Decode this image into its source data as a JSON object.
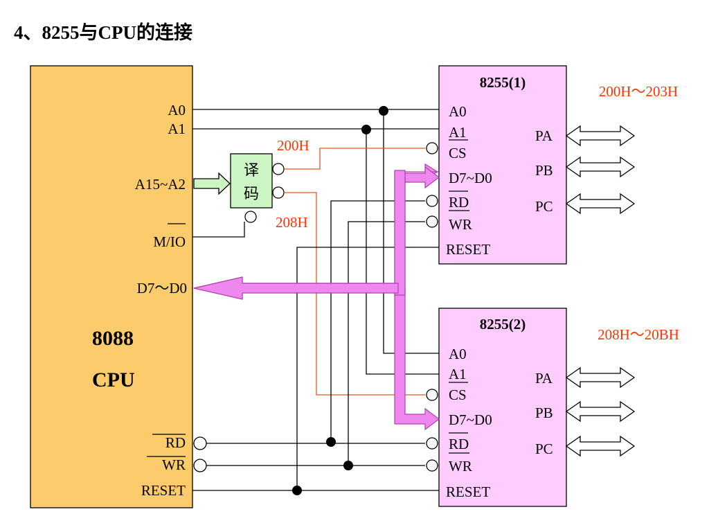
{
  "title": "4、8255与CPU的连接",
  "cpu": {
    "name_line1": "8088",
    "name_line2": "CPU",
    "color": "#fccb6b",
    "pins": {
      "a0": "A0",
      "a1": "A1",
      "a15_a2": "A15~A2",
      "mio": "M/IO",
      "d7_d0": "D7～D0",
      "rd": "RD",
      "wr": "WR",
      "reset": "RESET"
    }
  },
  "decoder": {
    "label_line1": "译",
    "label_line2": "码",
    "color": "#ccf5c4",
    "out1": "200H",
    "out2": "208H"
  },
  "chip1": {
    "title": "8255(1)",
    "address": "200H～203H",
    "color": "#ffccff",
    "pins": {
      "a0": "A0",
      "a1": "A1",
      "cs": "CS",
      "d7_d0": "D7~D0",
      "rd": "RD",
      "wr": "WR",
      "reset": "RESET"
    },
    "ports": {
      "pa": "PA",
      "pb": "PB",
      "pc": "PC"
    }
  },
  "chip2": {
    "title": "8255(2)",
    "address": "208H～20BH",
    "color": "#ffccff",
    "pins": {
      "a0": "A0",
      "a1": "A1",
      "cs": "CS",
      "d7_d0": "D7~D0",
      "rd": "RD",
      "wr": "WR",
      "reset": "RESET"
    },
    "ports": {
      "pa": "PA",
      "pb": "PB",
      "pc": "PC"
    }
  },
  "colors": {
    "bus": "#ee88ee",
    "address_label": "#ff3300",
    "cs_wire": "#e8541e"
  }
}
